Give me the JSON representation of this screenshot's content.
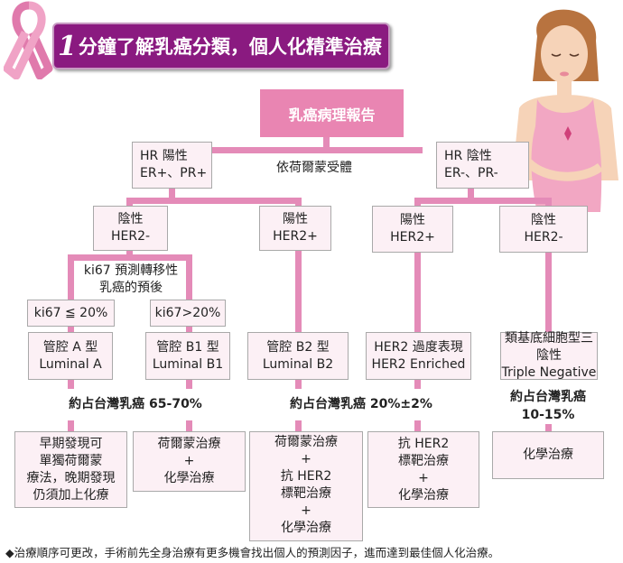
{
  "title": {
    "number": "1",
    "text": "分鐘了解乳癌分類，個人化精準治療"
  },
  "root": "乳癌病理報告",
  "branch_label": "依荷爾蒙受體",
  "hr_positive": {
    "line1": "HR 陽性",
    "line2": "ER+、PR+"
  },
  "hr_negative": {
    "line1": "HR 陰性",
    "line2": "ER-、PR-"
  },
  "her2": [
    {
      "line1": "陰性",
      "line2": "HER2-"
    },
    {
      "line1": "陽性",
      "line2": "HER2+"
    },
    {
      "line1": "陽性",
      "line2": "HER2+"
    },
    {
      "line1": "陰性",
      "line2": "HER2-"
    }
  ],
  "ki67_label": {
    "line1": "ki67 預測轉移性",
    "line2": "乳癌的預後"
  },
  "ki67_low": "ki67 ≦ 20%",
  "ki67_high": "ki67>20%",
  "subtypes": [
    {
      "zh": "管腔 A 型",
      "en": "Luminal A"
    },
    {
      "zh": "管腔 B1 型",
      "en": "Luminal B1"
    },
    {
      "zh": "管腔 B2 型",
      "en": "Luminal B2"
    },
    {
      "zh": "HER2 過度表現",
      "en": "HER2 Enriched"
    },
    {
      "zh": "類基底細胞型三陰性",
      "en": "Triple Negative"
    }
  ],
  "stats": [
    {
      "text": "約占台灣乳癌 65-70%"
    },
    {
      "text": "約占台灣乳癌 20%±2%"
    },
    {
      "line1": "約占台灣乳癌",
      "line2": "10-15%"
    }
  ],
  "treatments": [
    [
      "早期發現可",
      "單獨荷爾蒙",
      "療法，晚期發現",
      "仍須加上化療"
    ],
    [
      "荷爾蒙治療",
      "+",
      "化學治療"
    ],
    [
      "荷爾蒙治療",
      "+",
      "抗 HER2",
      "標靶治療",
      "+",
      "化學治療"
    ],
    [
      "抗 HER2",
      "標靶治療",
      "+",
      "化學治療"
    ],
    [
      "化學治療"
    ]
  ],
  "footer": "◆治療順序可更改，手術前先全身治療有更多機會找出個人的預測因子，進而達到最佳個人化治療。",
  "colors": {
    "banner": "#8a1a80",
    "root": "#e985b2",
    "line": "#e48bb8",
    "box": "#fcf0f5"
  }
}
